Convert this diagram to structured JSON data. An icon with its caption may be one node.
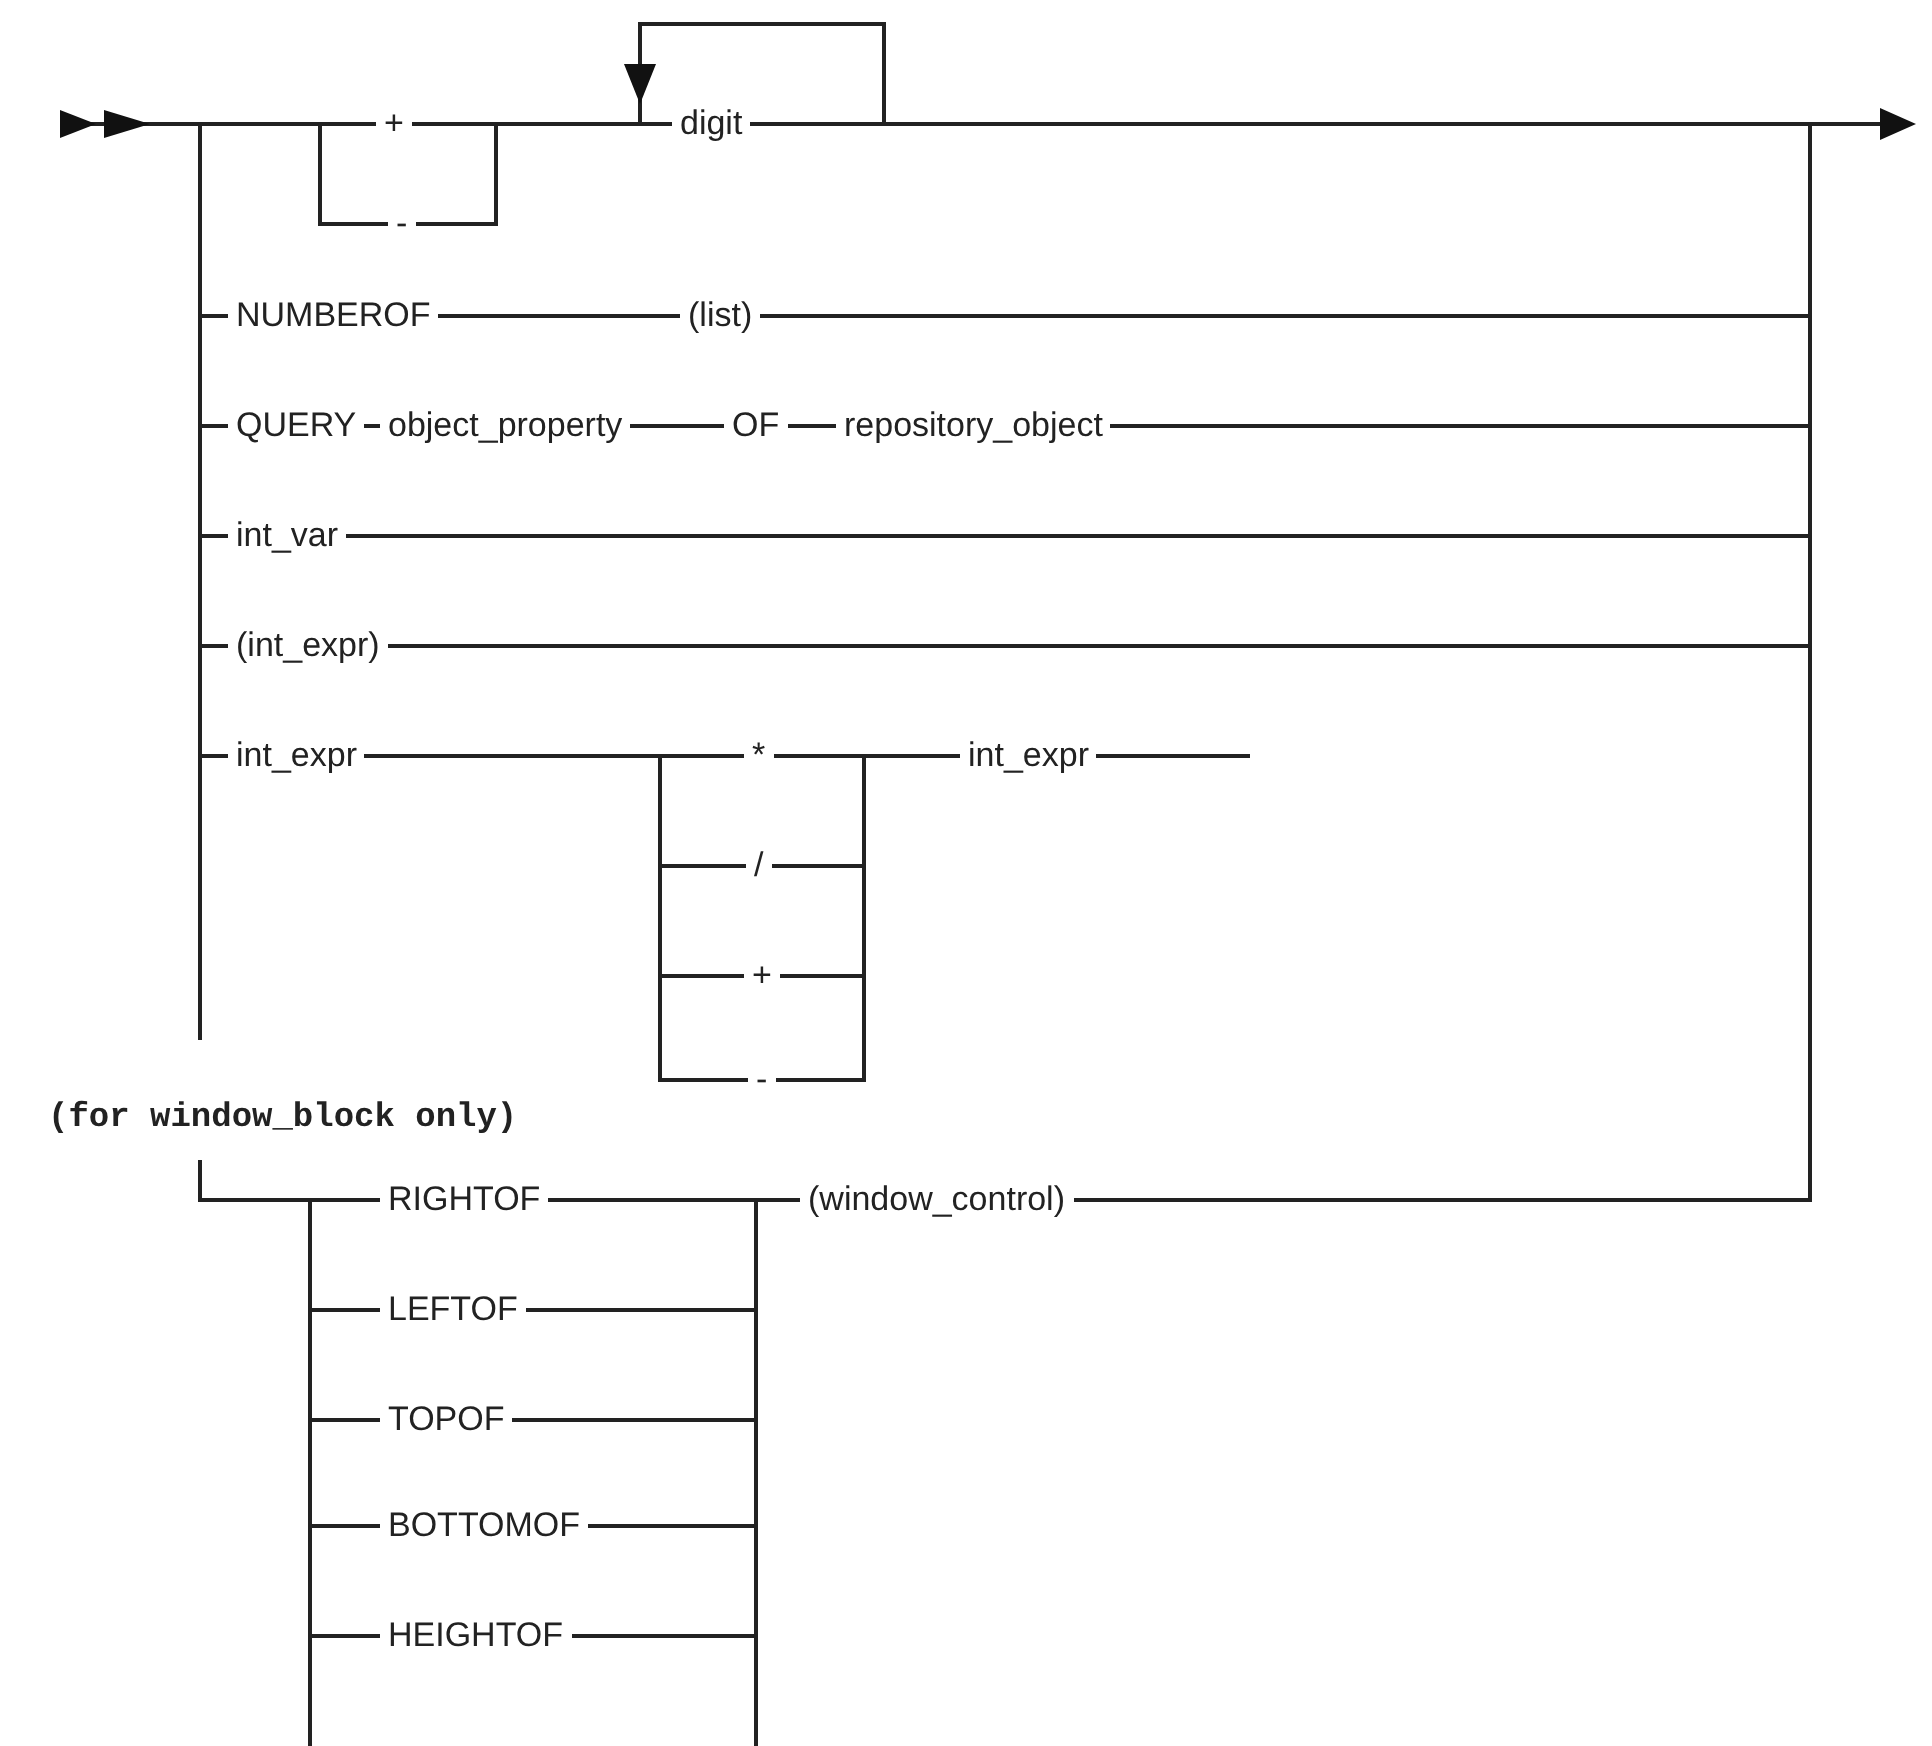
{
  "diagram": {
    "labels": [
      "+",
      "digit",
      "-",
      "NUMBEROF",
      "(list)",
      "QUERY",
      "object_property",
      "OF",
      "repository_object",
      "int_var",
      "(int_expr)",
      "int_expr",
      "*",
      "int_expr",
      "/",
      "+",
      "-",
      "(for window_block only)",
      "RIGHTOF",
      "(window_control)",
      "LEFTOF",
      "TOPOF",
      "BOTTOMOF",
      "HEIGHTOF"
    ]
  }
}
